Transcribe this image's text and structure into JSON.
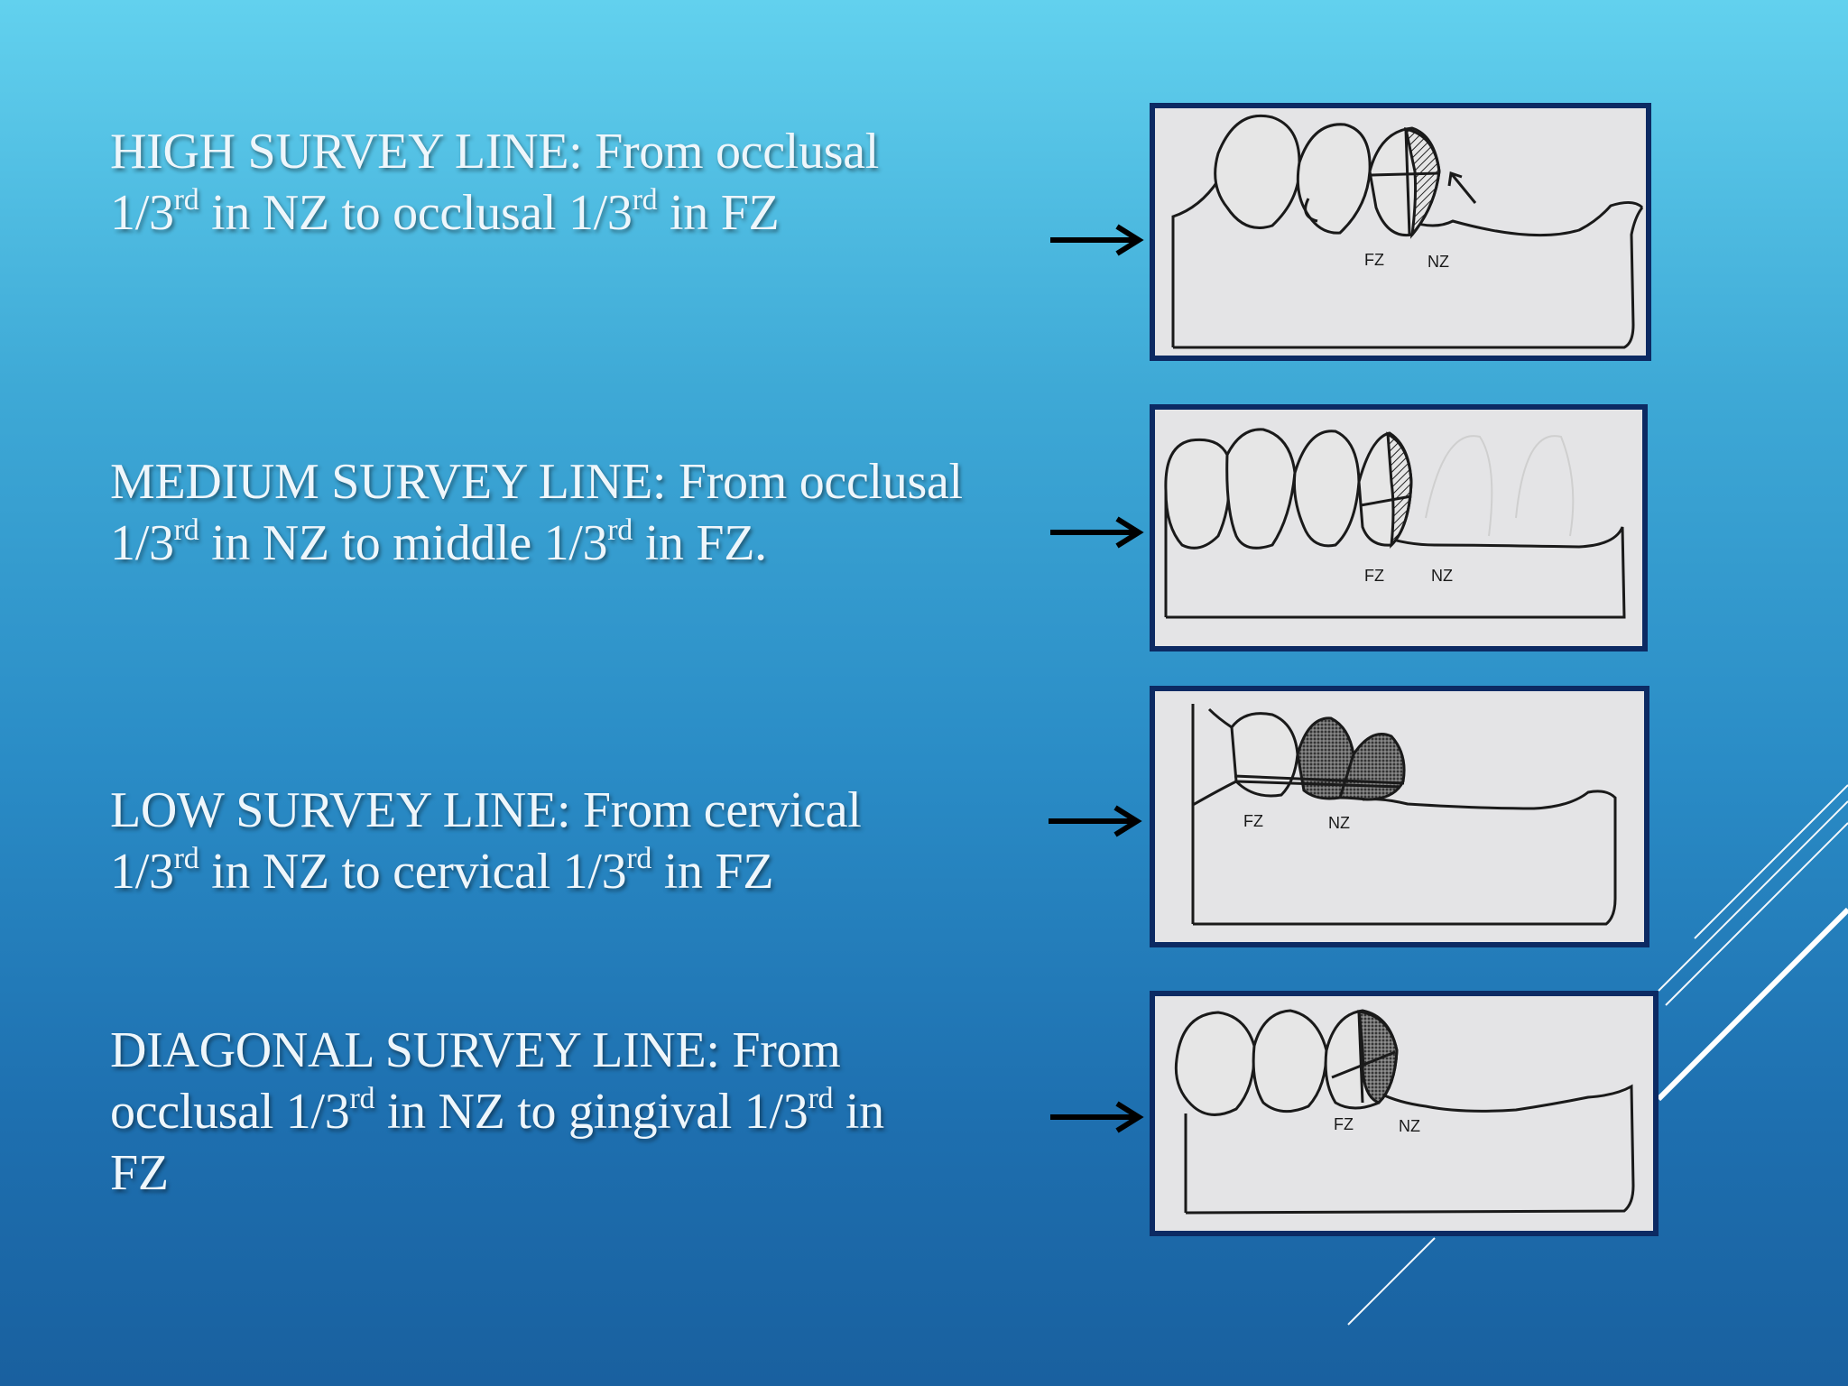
{
  "slide": {
    "items": [
      {
        "label": "HIGH SURVEY LINE: From occlusal",
        "line2a": "1/3",
        "sup1": "rd",
        "line2b": " in NZ to occlusal 1/3",
        "sup2": "rd",
        "line2c": " in FZ"
      },
      {
        "label": "MEDIUM SURVEY LINE: From occlusal",
        "line2a": "1/3",
        "sup1": "rd",
        "line2b": " in NZ to middle 1/3",
        "sup2": "rd",
        "line2c": " in FZ."
      },
      {
        "label": "LOW SURVEY LINE: From cervical",
        "line2a": "1/3",
        "sup1": "rd",
        "line2b": " in NZ to cervical 1/3",
        "sup2": "rd",
        "line2c": " in FZ"
      },
      {
        "label": "DIAGONAL SURVEY LINE: From",
        "line2a": "occlusal 1/3",
        "sup1": "rd",
        "line2b": " in NZ to gingival 1/3",
        "sup2": "rd",
        "line2c": " in",
        "line3": "FZ"
      }
    ],
    "figure_labels": {
      "fz": "FZ",
      "nz": "NZ"
    }
  },
  "colors": {
    "background_top": "#62d1ee",
    "background_bottom": "#19609f",
    "text": "#eef6fb",
    "figure_border": "#0c2a63",
    "figure_paper": "#e4e4e6"
  }
}
